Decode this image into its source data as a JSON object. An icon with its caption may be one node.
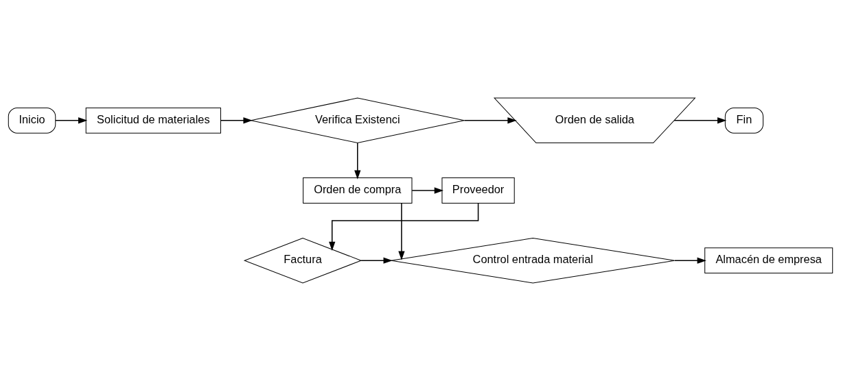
{
  "diagram": {
    "nodes": [
      {
        "text": [
          "Inicio"
        ]
      },
      {
        "text": [
          "Solicitud de materiales"
        ]
      },
      {
        "text": [
          "Verifica Existenci"
        ]
      },
      {
        "text": [
          "Orden de salida"
        ]
      },
      {
        "text": [
          "Fin"
        ]
      },
      {
        "text": [
          "Orden de compra"
        ]
      },
      {
        "text": [
          "Proveedor"
        ]
      },
      {
        "text": [
          "Control entrada material"
        ]
      },
      {
        "text": [
          "Factura"
        ]
      },
      {
        "text": [
          "Almacén de empresa"
        ]
      }
    ],
    "edges": [
      {
        "from": 0,
        "to": 1,
        "arrow": "to"
      },
      {
        "from": 1,
        "to": 2,
        "arrow": "to"
      },
      {
        "from": 2,
        "to": 3,
        "arrow": "to"
      },
      {
        "from": 3,
        "to": 4,
        "arrow": "to"
      },
      {
        "from": 2,
        "to": 5,
        "arrow": "to"
      },
      {
        "from": 5,
        "to": 6,
        "arrow": "to"
      },
      {
        "from": 6,
        "to": 8,
        "arrow": "to"
      },
      {
        "from": 8,
        "to": 7,
        "arrow": "to"
      },
      {
        "from": 5,
        "to": 7,
        "arrow": "to"
      },
      {
        "from": 7,
        "to": 9,
        "arrow": "to"
      }
    ]
  }
}
